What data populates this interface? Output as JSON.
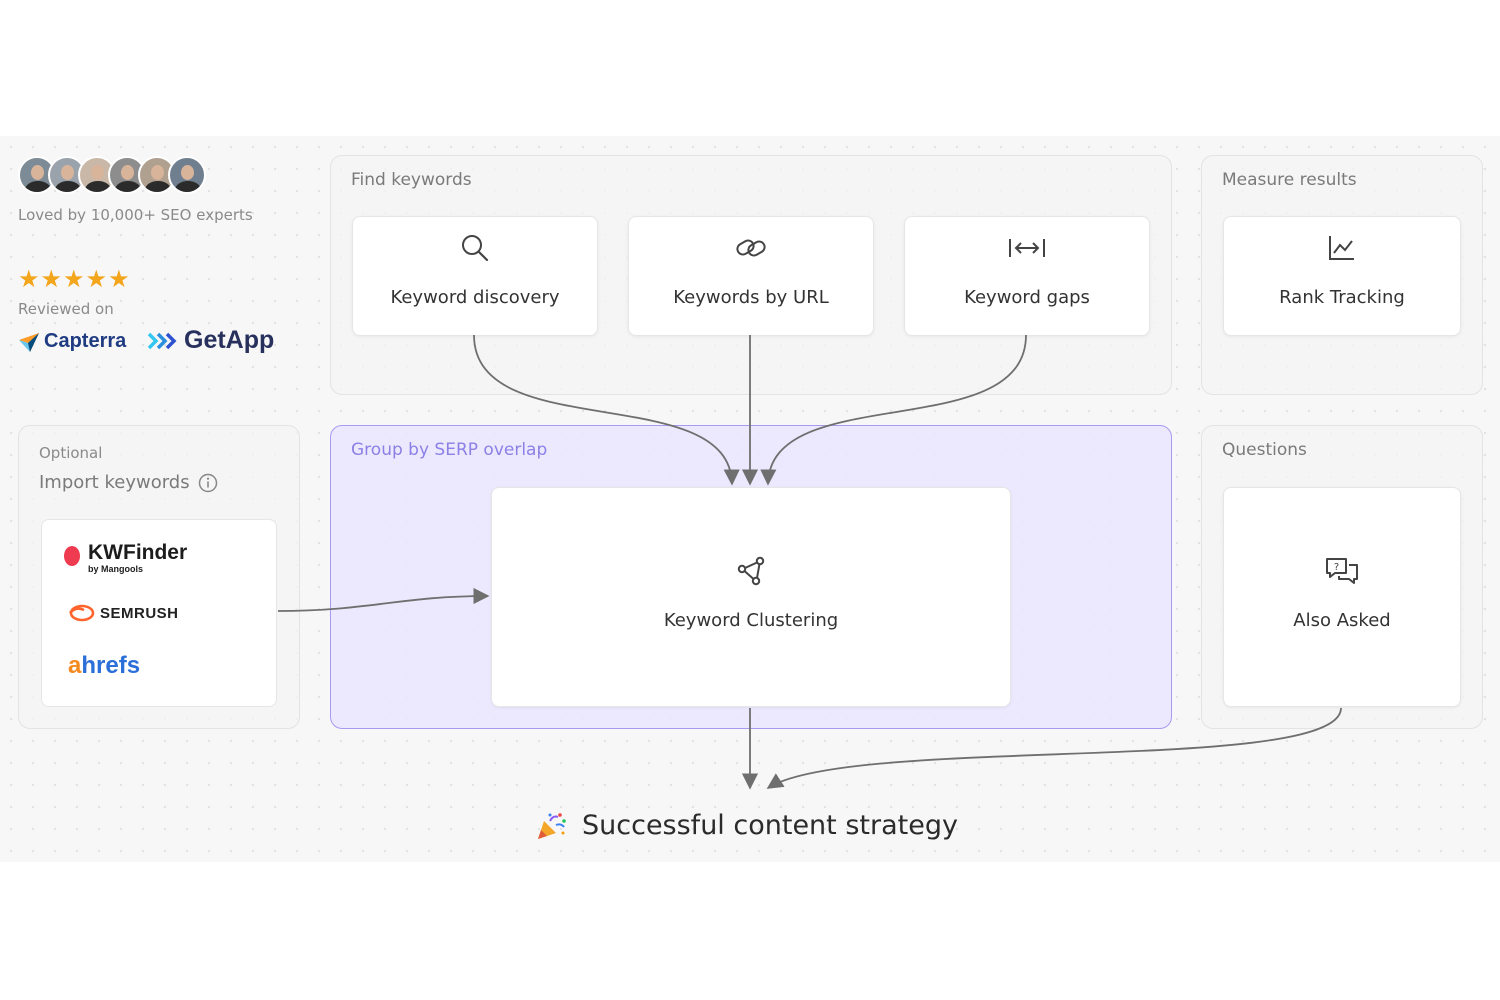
{
  "social_proof": {
    "loved_text": "Loved by 10,000+ SEO experts",
    "stars": "★★★★★",
    "reviewed_text": "Reviewed on",
    "capterra_label": "Capterra",
    "getapp_label": "GetApp"
  },
  "find_keywords": {
    "title": "Find keywords",
    "cards": [
      {
        "label": "Keyword discovery",
        "icon": "search-icon"
      },
      {
        "label": "Keywords by URL",
        "icon": "link-icon"
      },
      {
        "label": "Keyword gaps",
        "icon": "gap-arrows-icon"
      }
    ]
  },
  "measure_results": {
    "title": "Measure results",
    "card": {
      "label": "Rank Tracking",
      "icon": "line-chart-icon"
    }
  },
  "import": {
    "optional_label": "Optional",
    "title": "Import keywords",
    "tools": {
      "kwfinder": "KWFinder",
      "kwfinder_sub": "by Mangools",
      "semrush": "SEMRUSH",
      "ahrefs_a": "a",
      "ahrefs_rest": "hrefs"
    }
  },
  "group": {
    "title": "Group by SERP overlap",
    "card": {
      "label": "Keyword Clustering",
      "icon": "share-nodes-icon"
    }
  },
  "questions": {
    "title": "Questions",
    "card": {
      "label": "Also Asked",
      "icon": "chat-question-icon"
    }
  },
  "result": {
    "label": "Successful content strategy",
    "icon": "party-popper-icon"
  },
  "colors": {
    "accent_purple": "#a79af0",
    "star_orange": "#f3a51c",
    "arrow_gray": "#6f6f6f"
  }
}
